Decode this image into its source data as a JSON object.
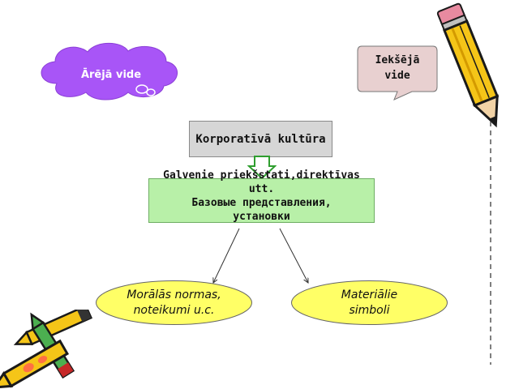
{
  "cloud_label": "Ārējā vide",
  "callout_label": "Iekšējā vide",
  "title_box": "Korporatīvā kultūra",
  "core_box": {
    "line1": "Galvenie priekšstati,direktīvas",
    "line2": "utt.",
    "line3": "Базовые представления,",
    "line4": "установки"
  },
  "left_ellipse": {
    "line1": "Morālās normas,",
    "line2": "noteikumi u.c."
  },
  "right_ellipse": {
    "line1": "Materiālie",
    "line2": "simboli"
  },
  "colors": {
    "cloud": "#a855f7",
    "callout": "#e8d0d0",
    "title_box": "#d6d6d6",
    "core_box": "#b8f0a8",
    "ellipse": "#ffff66",
    "pencil_body": "#f5c518",
    "pencil_outline": "#1a1a1a"
  }
}
